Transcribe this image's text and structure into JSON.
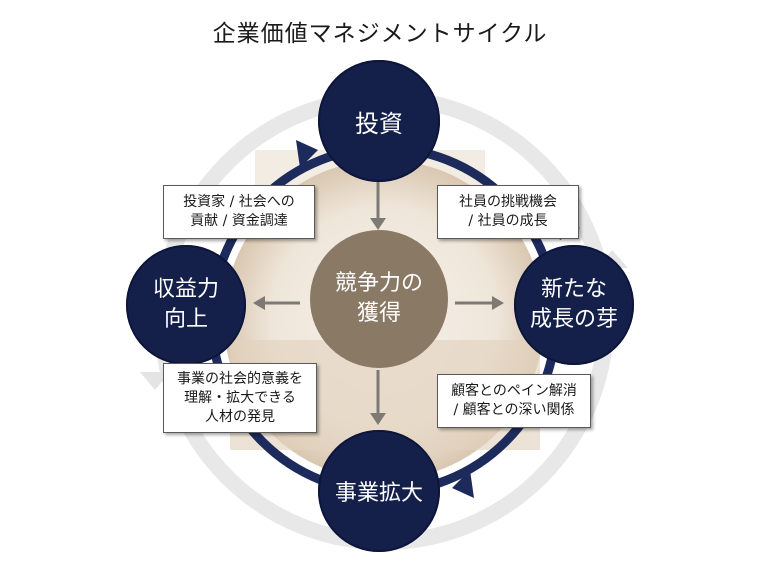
{
  "title": "企業価値マネジメントサイクル",
  "nodes": {
    "top": "投資",
    "right": "新たな\n成長の芽",
    "bottom": "事業拡大",
    "left": "収益力\n向上",
    "center": "競争力の\n獲得"
  },
  "notes": {
    "top_left": "投資家 / 社会への\n貢献 / 資金調達",
    "top_right": "社員の挑戦機会\n/ 社員の成長",
    "bottom_left": "事業の社会的意義を\n理解・拡大できる\n人材の発見",
    "bottom_right": "顧客とのペイン解消\n/ 顧客との深い関係"
  },
  "colors": {
    "node_dark": "#14204a",
    "center": "#8a7964",
    "ring": "#1d2a5c",
    "outer_ring": "#e6e6e6",
    "arrow": "#7d7a75"
  }
}
